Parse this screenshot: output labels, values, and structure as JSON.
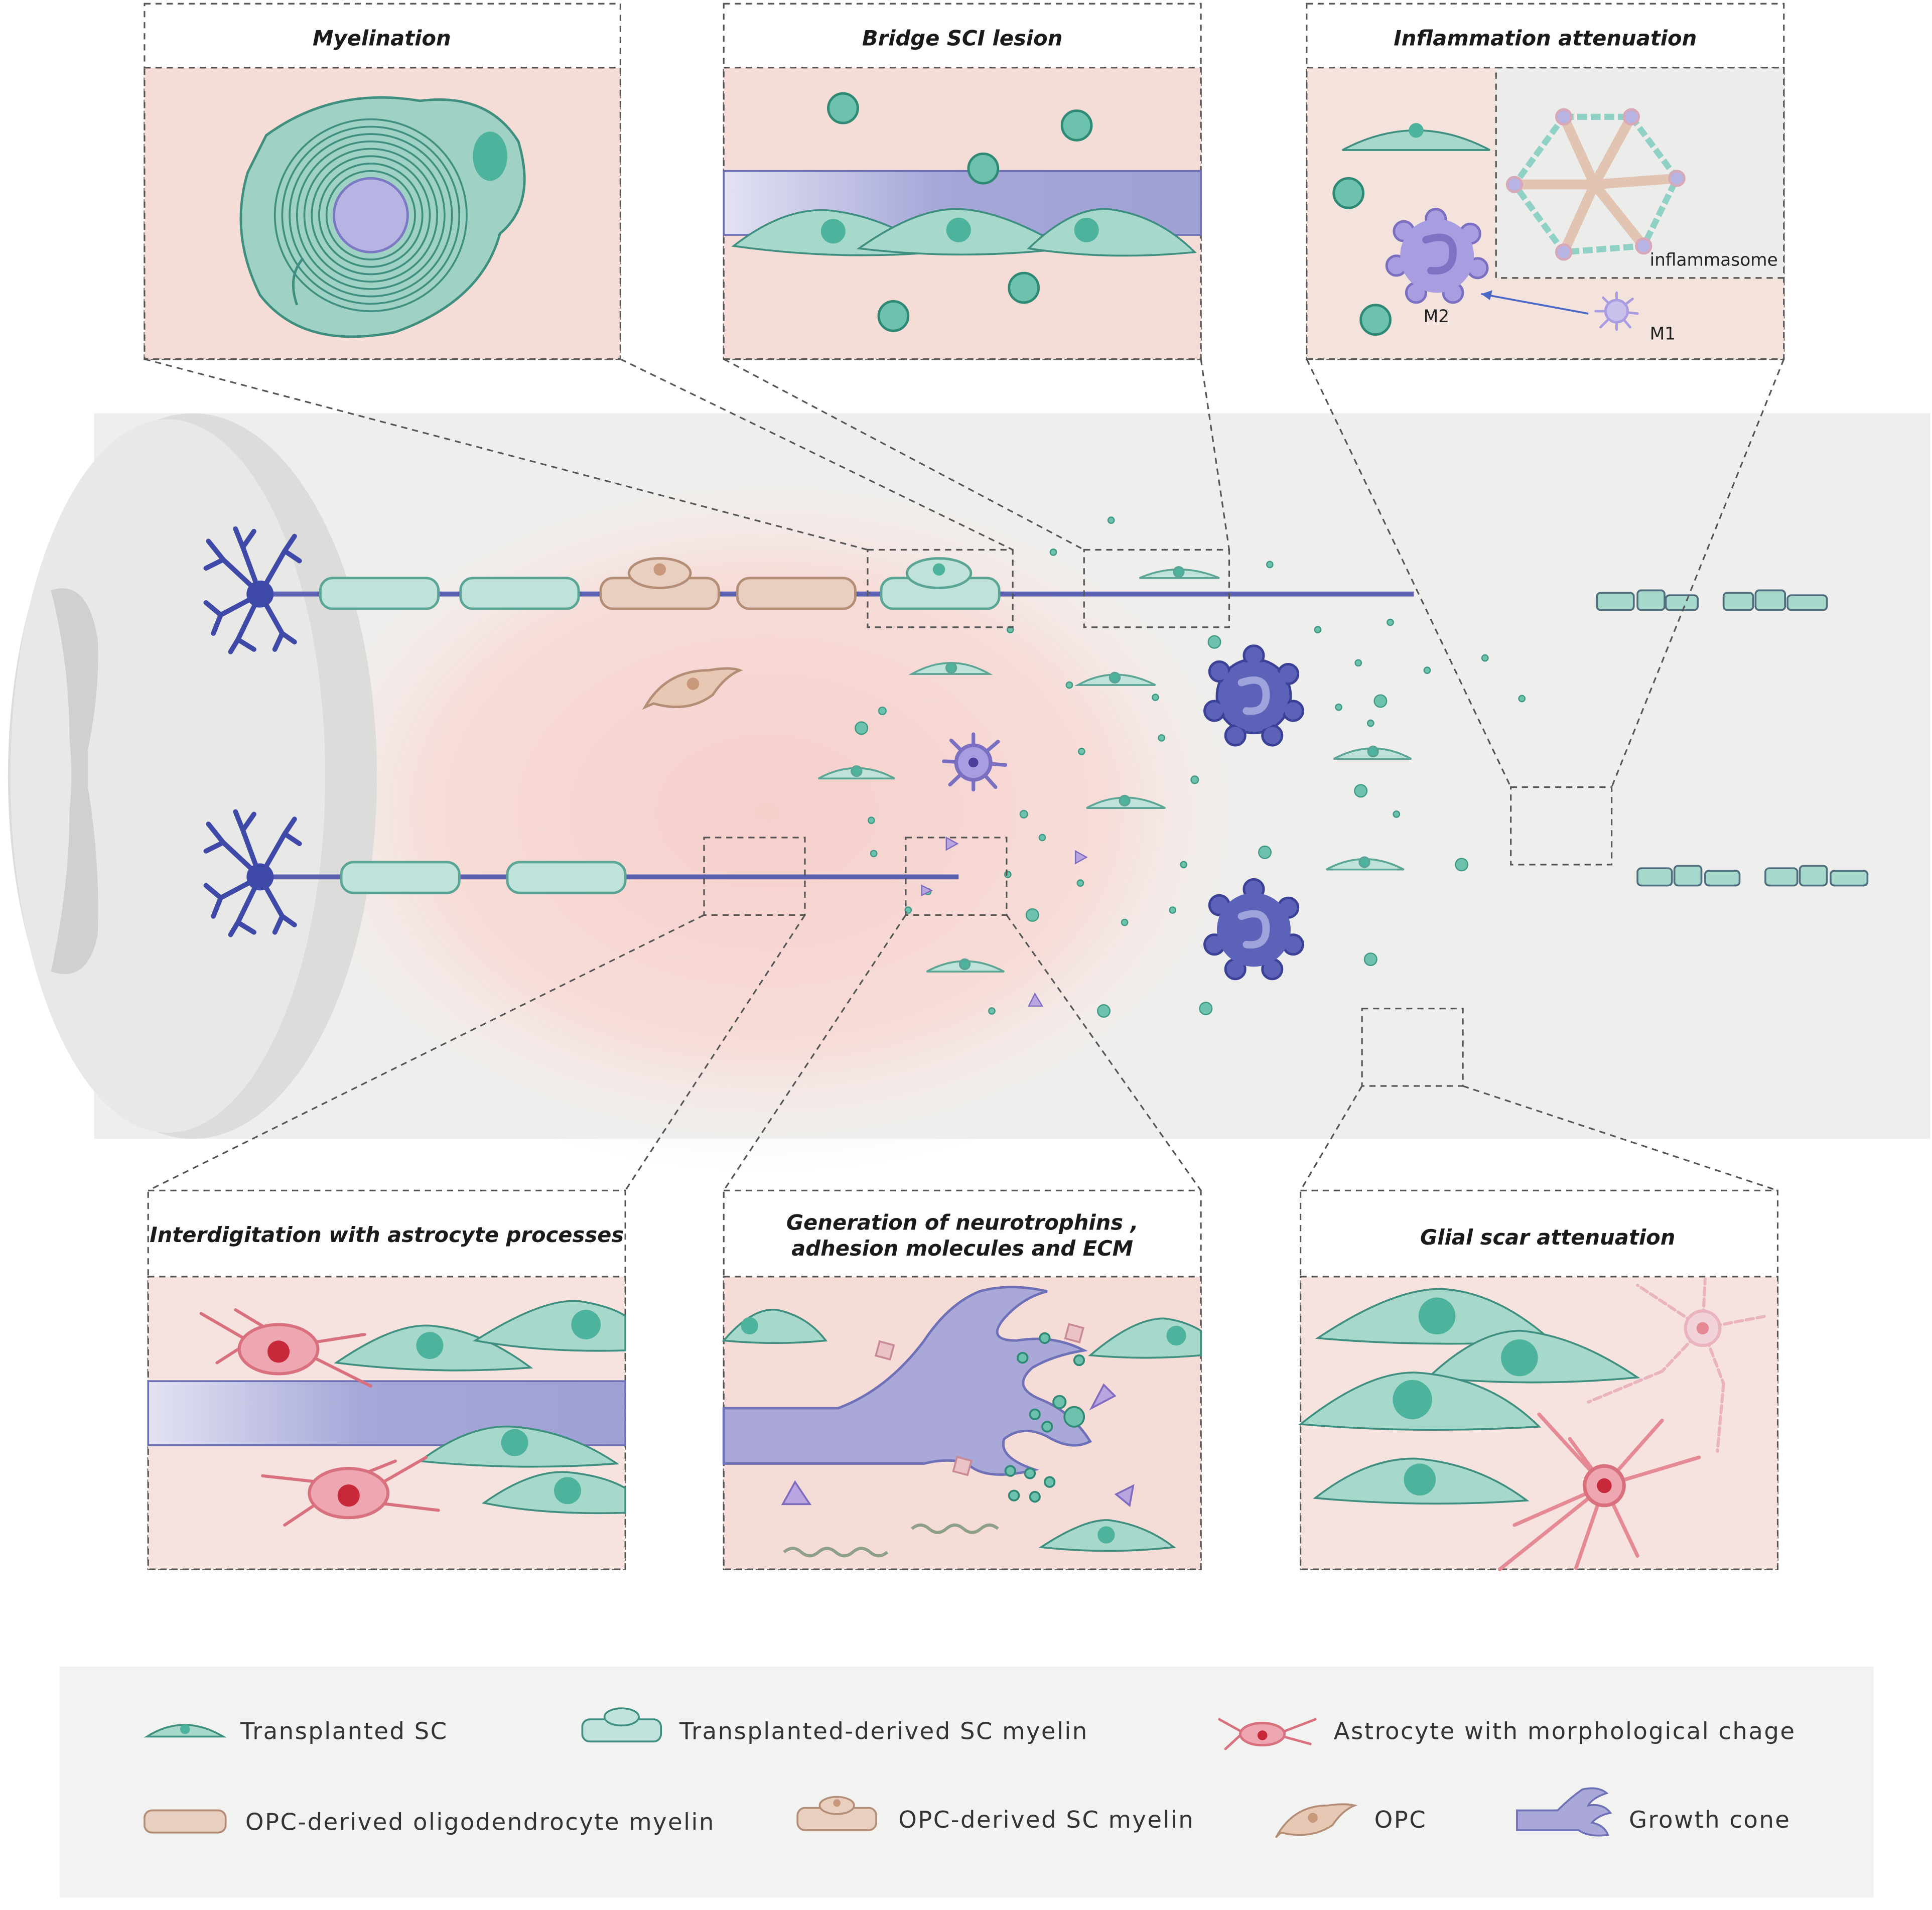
{
  "panels": {
    "myelination": "Myelination",
    "bridge": "Bridge SCI lesion",
    "inflammation": "Inflammation attenuation",
    "interdigitation": "Interdigitation with astrocyte processes",
    "neurotrophins_line1": "Generation of neurotrophins ,",
    "neurotrophins_line2": "adhesion molecules and ECM",
    "glial": "Glial scar attenuation"
  },
  "labels": {
    "inflammasome": "inflammasome",
    "m2": "M2",
    "m1": "M1"
  },
  "legend": {
    "transplanted_sc": "Transplanted SC",
    "sc_myelin": "Transplanted-derived SC myelin",
    "astrocyte": "Astrocyte with morphological chage",
    "opc_oligo_myelin": "OPC-derived oligodendrocyte myelin",
    "opc_sc_myelin": "OPC-derived SC myelin",
    "opc": "OPC",
    "growth_cone": "Growth cone"
  },
  "colors": {
    "sc_teal": "#a7d8cc",
    "sc_nucleus": "#4db39c",
    "axon": "#5a5fb0",
    "opc_tan": "#e6c8b5",
    "macrophage": "#5c62b8",
    "astrocyte_red": "#e58a95",
    "growth_cone": "#a9a8d8",
    "lesion_pink": "#f6d6d1"
  }
}
